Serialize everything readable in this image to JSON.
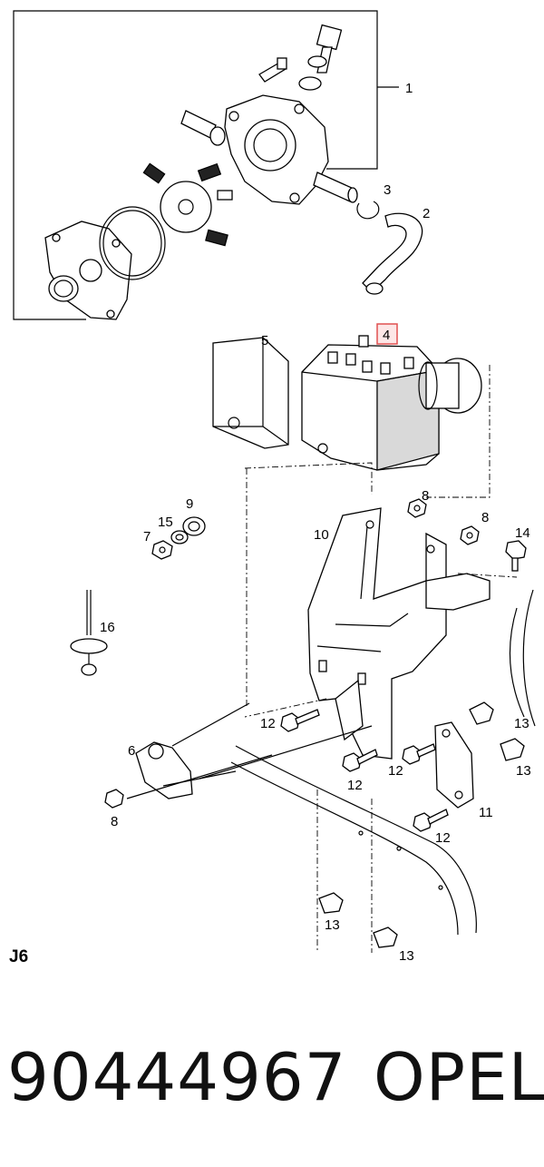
{
  "callouts": {
    "c1": "1",
    "c2": "2",
    "c3": "3",
    "c4": "4",
    "c5": "5",
    "c6": "6",
    "c7": "7",
    "c8a": "8",
    "c8b": "8",
    "c8c": "8",
    "c9": "9",
    "c10": "10",
    "c11": "11",
    "c12a": "12",
    "c12b": "12",
    "c12c": "12",
    "c12d": "12",
    "c13a": "13",
    "c13b": "13",
    "c13c": "13",
    "c13d": "13",
    "c14": "14",
    "c15": "15",
    "c16": "16"
  },
  "highlight_color": "#e05050",
  "sheet_label": "J6",
  "footer": {
    "part_number": "90444967",
    "brand": "OPEL"
  }
}
